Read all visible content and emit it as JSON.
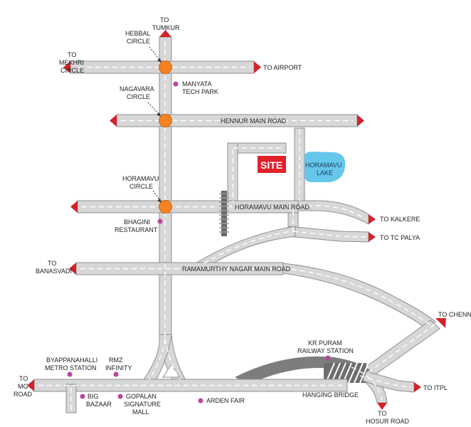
{
  "roads": {
    "hennur": "HENNUR MAIN ROAD",
    "horamavu": "HORAMAVU MAIN ROAD",
    "ramamurthy": "RAMAMURTHY NAGAR MAIN ROAD",
    "hanging_bridge": "HANGING BRIDGE"
  },
  "destinations": {
    "tumkur": [
      "TO",
      "TUMKUR"
    ],
    "mekhri": [
      "TO",
      "MEKHRI",
      "CIRCLE"
    ],
    "airport": "TO AIRPORT",
    "kalkere": "TO KALKERE",
    "tc_palya": "TO TC PALYA",
    "banasvadi": [
      "TO",
      "BANASVADI"
    ],
    "chennai": "TO CHENNAI",
    "mg_road": [
      "TO",
      "MG",
      "ROAD"
    ],
    "itpl": "TO ITPL",
    "hosur": [
      "TO",
      "HOSUR ROAD"
    ]
  },
  "circles": {
    "hebbal": [
      "HEBBAL",
      "CIRCLE"
    ],
    "nagavara": [
      "NAGAVARA",
      "CIRCLE"
    ],
    "horamavu": [
      "HORAMAVU",
      "CIRCLE"
    ]
  },
  "landmarks": {
    "manyata": [
      "MANYATA",
      "TECH PARK"
    ],
    "bhagini": [
      "BHAGINI",
      "RESTAURANT"
    ],
    "kr_puram": [
      "KR PURAM",
      "RAILWAY STATION"
    ],
    "byappanahalli": [
      "BYAPPANAHALLI",
      "METRO STATION"
    ],
    "rmz": [
      "RMZ",
      "INFINITY"
    ],
    "big_bazaar": [
      "BIG",
      "BAZAAR"
    ],
    "gopalan": [
      "GOPALAN",
      "SIGNATURE",
      "MALL"
    ],
    "arden": "ARDEN FAIR"
  },
  "site": "SITE",
  "lake": [
    "HORAMAVU",
    "LAKE"
  ],
  "colors": {
    "road_fill": "#d7d7d7",
    "road_edge": "#8f8f8f",
    "circle": "#f58220",
    "landmark_dot": "#b8459b",
    "site": "#e0222b",
    "lake": "#66c6ec",
    "arrow": "#d2232a",
    "railway": "#7d7d7d"
  }
}
